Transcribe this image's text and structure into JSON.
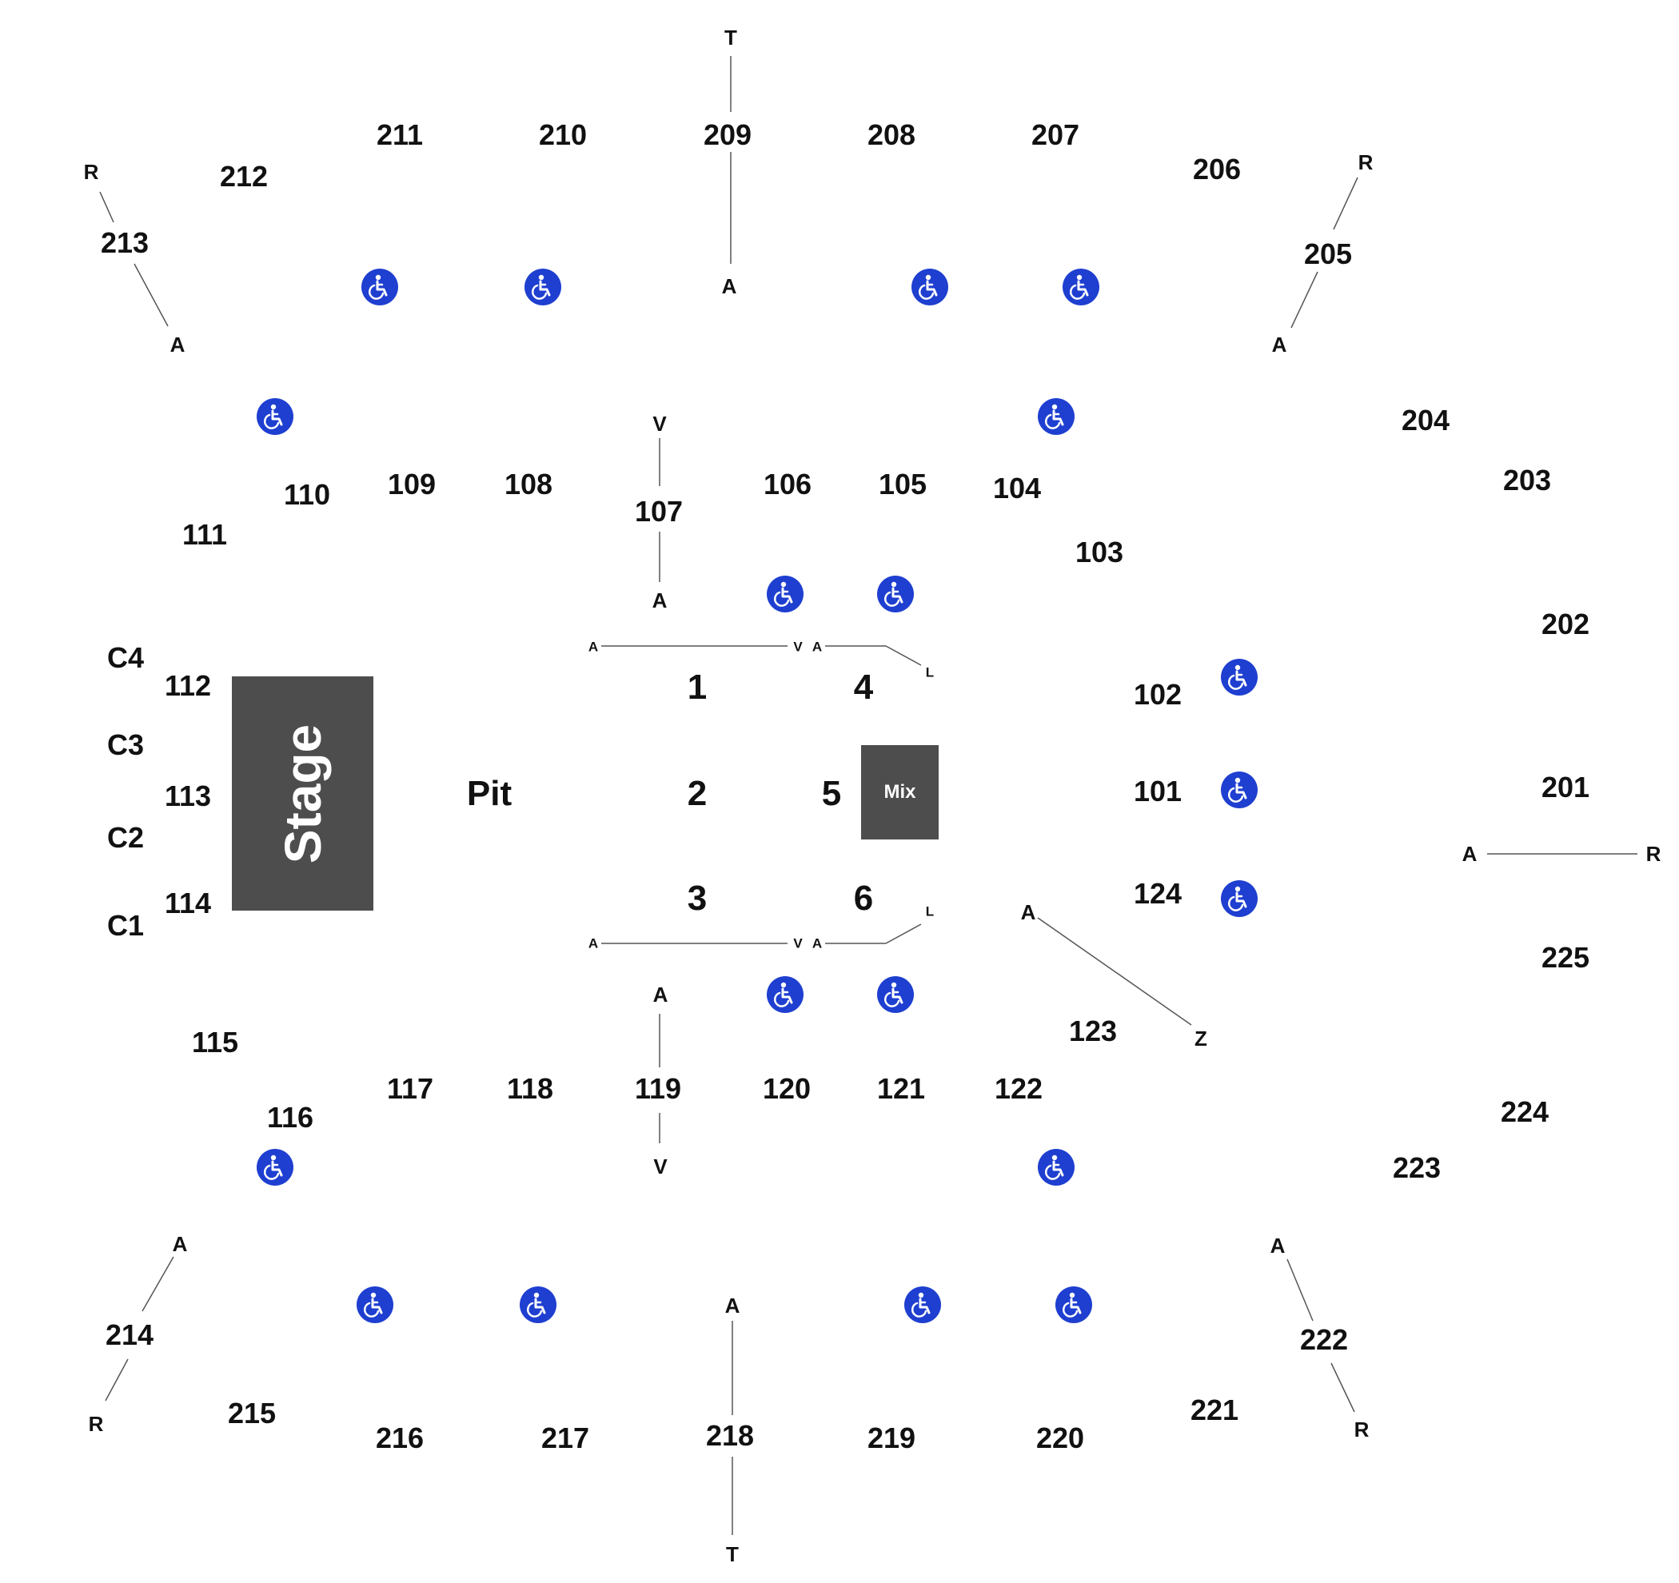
{
  "map": {
    "stage_label": "Stage",
    "pit_label": "Pit",
    "mix_label": "Mix",
    "accessible_icon": "wheelchair-icon",
    "colors": {
      "accessible": "#1e3fd0",
      "block": "#4d4d4d",
      "text": "#111111",
      "line": "#555555"
    },
    "sections_200": [
      "201",
      "202",
      "203",
      "204",
      "205",
      "206",
      "207",
      "208",
      "209",
      "210",
      "211",
      "212",
      "213",
      "214",
      "215",
      "216",
      "217",
      "218",
      "219",
      "220",
      "221",
      "222",
      "223",
      "224",
      "225"
    ],
    "sections_100": [
      "101",
      "102",
      "103",
      "104",
      "105",
      "106",
      "107",
      "108",
      "109",
      "110",
      "111",
      "112",
      "113",
      "114",
      "115",
      "116",
      "117",
      "118",
      "119",
      "120",
      "121",
      "122",
      "123",
      "124"
    ],
    "floor_sections": [
      "1",
      "2",
      "3",
      "4",
      "5",
      "6"
    ],
    "c_sections": [
      "C4",
      "C3",
      "C2",
      "C1"
    ],
    "row_labels": {
      "t_top": "T",
      "a_209": "A",
      "r_213": "R",
      "a_213": "A",
      "r_205": "R",
      "a_205": "A",
      "v_107": "V",
      "a_107": "A",
      "a_fl_top_left": "A",
      "v_fl_top": "V",
      "a_fl_top_right": "A",
      "l_fl_top": "L",
      "a_fl_bot_left": "A",
      "v_fl_bot": "V",
      "a_fl_bot_right": "A",
      "l_fl_bot": "L",
      "a_201": "A",
      "r_201": "R",
      "a_123": "A",
      "z_123": "Z",
      "a_119": "A",
      "v_119": "V",
      "a_214": "A",
      "r_214": "R",
      "a_218": "A",
      "t_bottom": "T",
      "a_222": "A",
      "r_222": "R"
    }
  }
}
